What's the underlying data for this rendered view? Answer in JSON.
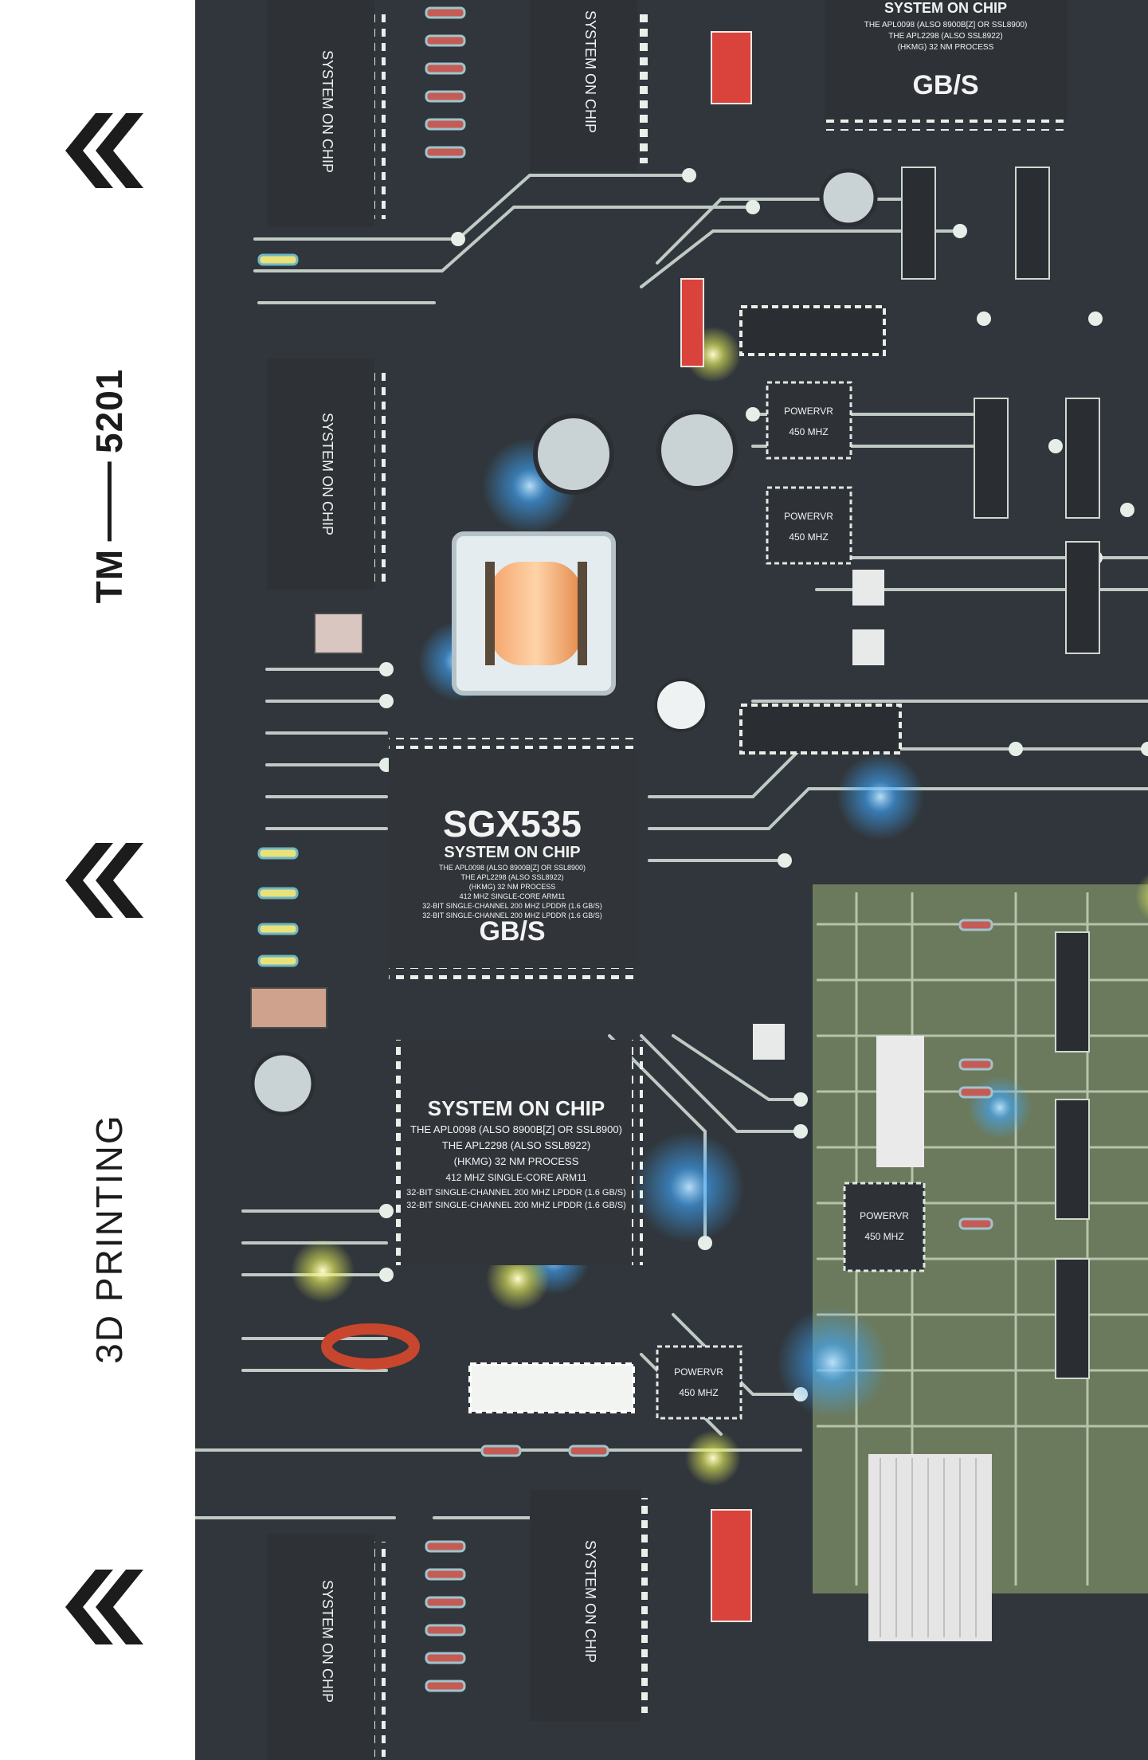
{
  "sidebar": {
    "product_code_prefix": "TM",
    "product_code_number": "5201",
    "caption": "3D PRINTING",
    "chevron_icon": "double-chevron-left-icon",
    "colors": {
      "text": "#1c1c1c",
      "background": "#ffffff"
    }
  },
  "board": {
    "colors": {
      "pcb": "#2b3034",
      "trace": "#d8e4dc",
      "glow": "#3fa8ff",
      "green_area": "#6b7a5c"
    },
    "chip_main": {
      "model": "SGX535",
      "subtitle": "SYSTEM ON CHIP",
      "lines": [
        "THE APL0098 (ALSO 8900B[Z] OR SSL8900)",
        "THE APL2298 (ALSO SSL8922)",
        "(HKMG) 32 NM PROCESS",
        "412 MHZ SINGLE-CORE ARM11",
        "32-BIT SINGLE-CHANNEL 200 MHZ LPDDR (1.6 GB/S)",
        "32-BIT SINGLE-CHANNEL 200 MHZ LPDDR (1.6 GB/S)"
      ],
      "footer": "GB/S"
    },
    "chip_soc": {
      "title": "SYSTEM ON CHIP",
      "lines": [
        "THE APL0098 (ALSO 8900B[Z] OR SSL8900)",
        "THE APL2298 (ALSO SSL8922)",
        "(HKMG) 32 NM PROCESS",
        "412 MHZ SINGLE-CORE ARM11",
        "32-BIT SINGLE-CHANNEL 200 MHZ LPDDR (1.6 GB/S)",
        "32-BIT SINGLE-CHANNEL 200 MHZ LPDDR (1.6 GB/S)"
      ]
    },
    "chip_top_right": {
      "title": "SYSTEM ON CHIP",
      "lines": [
        "THE APL0098 (ALSO 8900B[Z] OR SSL8900)",
        "THE APL2298 (ALSO SSL8922)",
        "(HKMG) 32 NM PROCESS"
      ],
      "footer": "GB/S"
    },
    "chip_rotated_label": "SYSTEM ON CHIP",
    "power_chip": {
      "brand": "POWERVR",
      "freq": "450 MHZ"
    }
  }
}
